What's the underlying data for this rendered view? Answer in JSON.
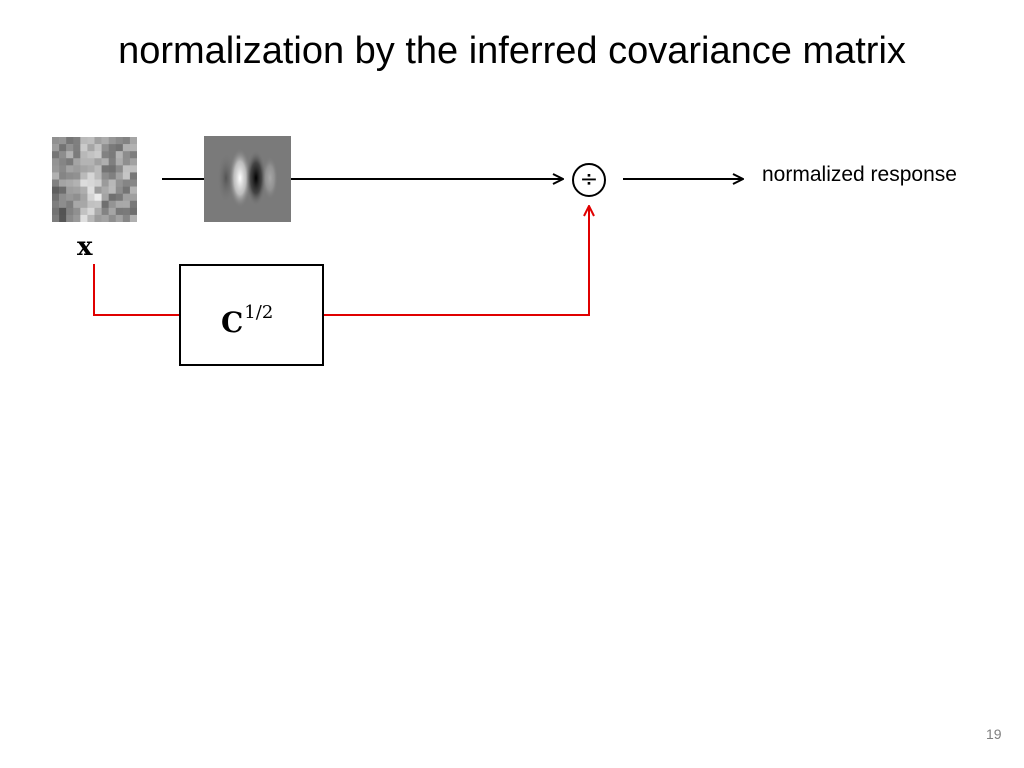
{
  "slide": {
    "title": "normalization by the inferred covariance matrix",
    "page_number": "19"
  },
  "diagram": {
    "input_variable": "x",
    "covariance_block_base": "C",
    "covariance_block_exponent": "1/2",
    "division_operator": "÷",
    "output_label": "normalized response",
    "colors": {
      "main_path": "#000000",
      "normalization_path": "#e00000"
    },
    "icons": [
      "image-patch",
      "gabor-filter"
    ]
  }
}
